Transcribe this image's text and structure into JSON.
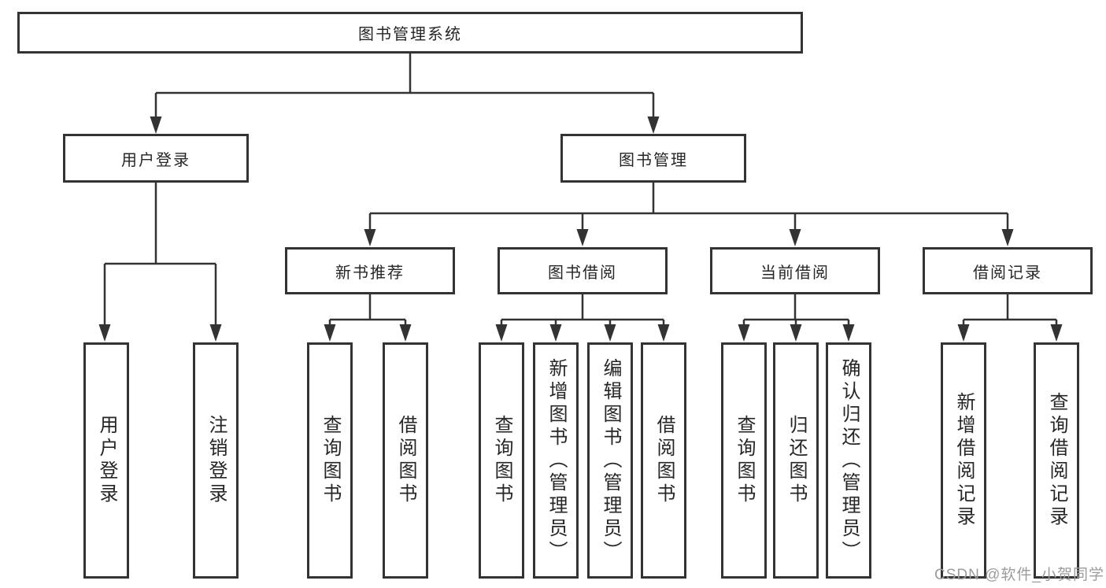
{
  "colors": {
    "line": "#333333",
    "box_border": "#333333",
    "text": "#262626",
    "watermark": "#9c9c9c",
    "background": "#ffffff"
  },
  "tree": {
    "root": {
      "label": "图书管理系统",
      "children": [
        {
          "label": "用户登录",
          "children": [
            {
              "label": "用户登录"
            },
            {
              "label": "注销登录"
            }
          ]
        },
        {
          "label": "图书管理",
          "children": [
            {
              "label": "新书推荐",
              "children": [
                {
                  "label": "查询图书"
                },
                {
                  "label": "借阅图书"
                }
              ]
            },
            {
              "label": "图书借阅",
              "children": [
                {
                  "label": "查询图书"
                },
                {
                  "label": "新增图书（管理员）"
                },
                {
                  "label": "编辑图书（管理员）"
                },
                {
                  "label": "借阅图书"
                }
              ]
            },
            {
              "label": "当前借阅",
              "children": [
                {
                  "label": "查询图书"
                },
                {
                  "label": "归还图书"
                },
                {
                  "label": "确认归还（管理员）"
                }
              ]
            },
            {
              "label": "借阅记录",
              "children": [
                {
                  "label": "新增借阅记录"
                },
                {
                  "label": "查询借阅记录"
                }
              ]
            }
          ]
        }
      ]
    }
  },
  "watermark": "CSDN @软件_小贺同学"
}
